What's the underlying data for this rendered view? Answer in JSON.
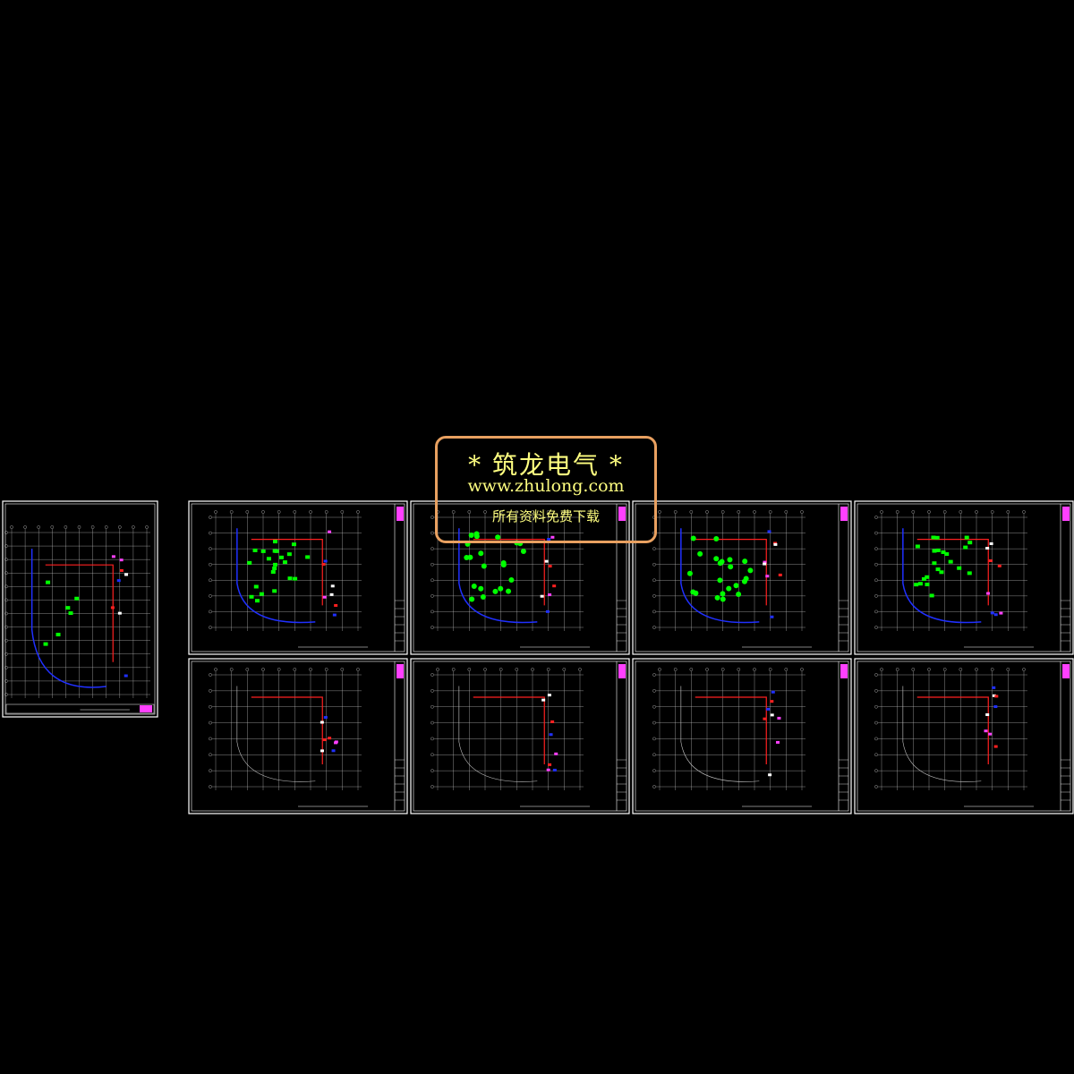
{
  "watermark": {
    "title": "*  筑龙电气  *",
    "url": "www.zhulong.com",
    "subtitle": "所有资料免费下载"
  },
  "colors": {
    "background": "#000000",
    "frame": "#ffffff",
    "grid": "#c8c8c8",
    "equipment": "#00ff00",
    "wiring": "#ff2020",
    "accent_blue": "#2030ff",
    "accent_magenta": "#ff40ff",
    "watermark_border": "#e8a060",
    "watermark_text": "#ffff80"
  }
}
